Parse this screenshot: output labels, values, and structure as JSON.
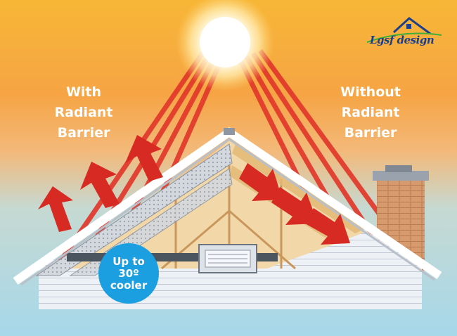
{
  "left_label": {
    "lines": [
      "With",
      "Radiant",
      "Barrier"
    ]
  },
  "right_label": {
    "lines": [
      "Without",
      "Radiant",
      "Barrier"
    ]
  },
  "badge": {
    "lines": [
      "Up to",
      "30º",
      "cooler"
    ]
  },
  "logo": {
    "text": "Lgsf design",
    "icon": "house-roof-icon"
  },
  "colors": {
    "sky_top": "#f6b23a",
    "sky_bottom": "#a9dbea",
    "ray": "#e2382b",
    "arrow": "#d72a22",
    "badge": "#1b9fe0",
    "insulation": "#e8c48e",
    "siding": "#e6eaf0",
    "barrier_foil": "#c9ced6",
    "chimney": "#d99a6c"
  }
}
